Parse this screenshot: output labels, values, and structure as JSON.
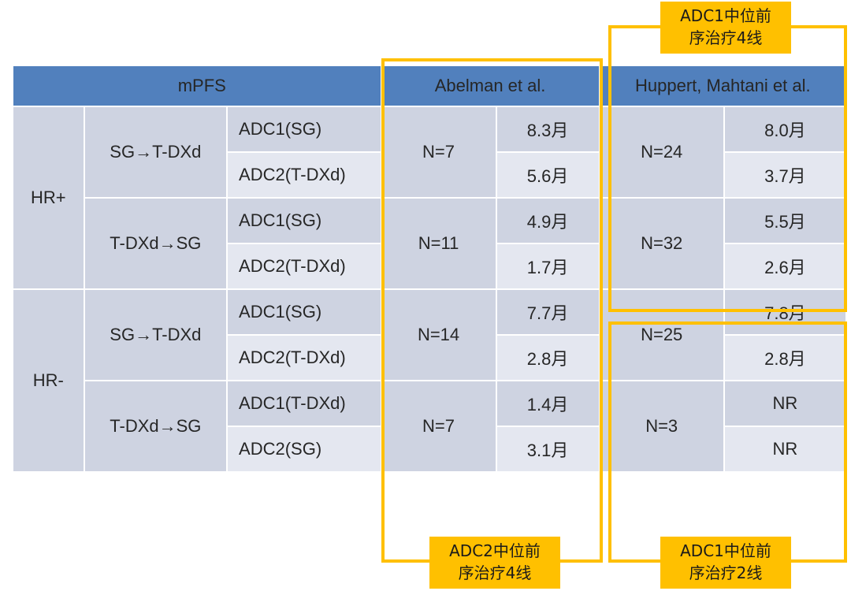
{
  "table": {
    "header": {
      "metric_label": "mPFS",
      "study_1": "Abelman et al.",
      "study_2": "Huppert, Mahtani et al."
    },
    "unit_suffix": "月",
    "rows": [
      {
        "hr_status": "HR+",
        "sequence": "SG→T-DXd",
        "lines": [
          {
            "agent": "ADC1(SG)",
            "abelman_n": "N=7",
            "abelman_mpfs": "8.3月",
            "huppert_n": "N=24",
            "huppert_mpfs": "8.0月"
          },
          {
            "agent": "ADC2(T-DXd)",
            "abelman_n": "N=7",
            "abelman_mpfs": "5.6月",
            "huppert_n": "N=24",
            "huppert_mpfs": "3.7月"
          }
        ]
      },
      {
        "hr_status": "HR+",
        "sequence": "T-DXd→SG",
        "lines": [
          {
            "agent": "ADC1(SG)",
            "abelman_n": "N=11",
            "abelman_mpfs": "4.9月",
            "huppert_n": "N=32",
            "huppert_mpfs": "5.5月"
          },
          {
            "agent": "ADC2(T-DXd)",
            "abelman_n": "N=11",
            "abelman_mpfs": "1.7月",
            "huppert_n": "N=32",
            "huppert_mpfs": "2.6月"
          }
        ]
      },
      {
        "hr_status": "HR-",
        "sequence": "SG→T-DXd",
        "lines": [
          {
            "agent": "ADC1(SG)",
            "abelman_n": "N=14",
            "abelman_mpfs": "7.7月",
            "huppert_n": "N=25",
            "huppert_mpfs": "7.8月"
          },
          {
            "agent": "ADC2(T-DXd)",
            "abelman_n": "N=14",
            "abelman_mpfs": "2.8月",
            "huppert_n": "N=25",
            "huppert_mpfs": "2.8月"
          }
        ]
      },
      {
        "hr_status": "HR-",
        "sequence": "T-DXd→SG",
        "lines": [
          {
            "agent": "ADC1(T-DXd)",
            "abelman_n": "N=7",
            "abelman_mpfs": "1.4月",
            "huppert_n": "N=3",
            "huppert_mpfs": "NR"
          },
          {
            "agent": "ADC2(SG)",
            "abelman_n": "N=7",
            "abelman_mpfs": "3.1月",
            "huppert_n": "N=3",
            "huppert_mpfs": "NR"
          }
        ]
      }
    ],
    "cells": {
      "hrplus_label": "HR+",
      "hrminus_label": "HR-",
      "seq_sg_first_a": "SG→T-DXd",
      "seq_tdxd_first_a": "T-DXd→SG",
      "seq_sg_first_b": "SG→T-DXd",
      "seq_tdxd_first_b": "T-DXd→SG",
      "agent_r1": "ADC1(SG)",
      "agent_r2": "ADC2(T-DXd)",
      "agent_r3": "ADC1(SG)",
      "agent_r4": "ADC2(T-DXd)",
      "agent_r5": "ADC1(SG)",
      "agent_r6": "ADC2(T-DXd)",
      "agent_r7": "ADC1(T-DXd)",
      "agent_r8": "ADC2(SG)",
      "abelman_n1": "N=7",
      "abelman_n2": "N=11",
      "abelman_n3": "N=14",
      "abelman_n4": "N=7",
      "abelman_v1": "8.3月",
      "abelman_v2": "5.6月",
      "abelman_v3": "4.9月",
      "abelman_v4": "1.7月",
      "abelman_v5": "7.7月",
      "abelman_v6": "2.8月",
      "abelman_v7": "1.4月",
      "abelman_v8": "3.1月",
      "huppert_n1": "N=24",
      "huppert_n2": "N=32",
      "huppert_n3": "N=25",
      "huppert_n4": "N=3",
      "huppert_v1": "8.0月",
      "huppert_v2": "3.7月",
      "huppert_v3": "5.5月",
      "huppert_v4": "2.6月",
      "huppert_v5": "7.8月",
      "huppert_v6": "2.8月",
      "huppert_v7": "NR",
      "huppert_v8": "NR"
    }
  },
  "annotations": {
    "top": "ADC1中位前\n序治疗4线",
    "bottom_left": "ADC2中位前\n序治疗4线",
    "bottom_right": "ADC1中位前\n序治疗2线"
  },
  "colors": {
    "header_blue": "#5180BD",
    "row_shade_dark": "#CED3E1",
    "row_shade_light": "#E4E7F0",
    "callout_orange": "#FFC000",
    "text_dark": "#262626"
  }
}
